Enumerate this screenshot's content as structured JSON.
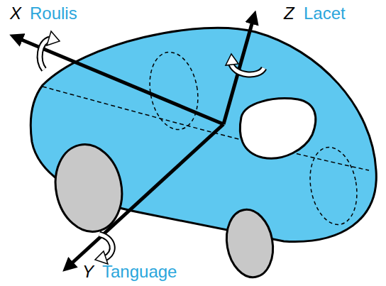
{
  "diagram": {
    "labels": [
      "X",
      "Roulis",
      "Z",
      "Lacet",
      "Y",
      "Tanguage"
    ]
  }
}
